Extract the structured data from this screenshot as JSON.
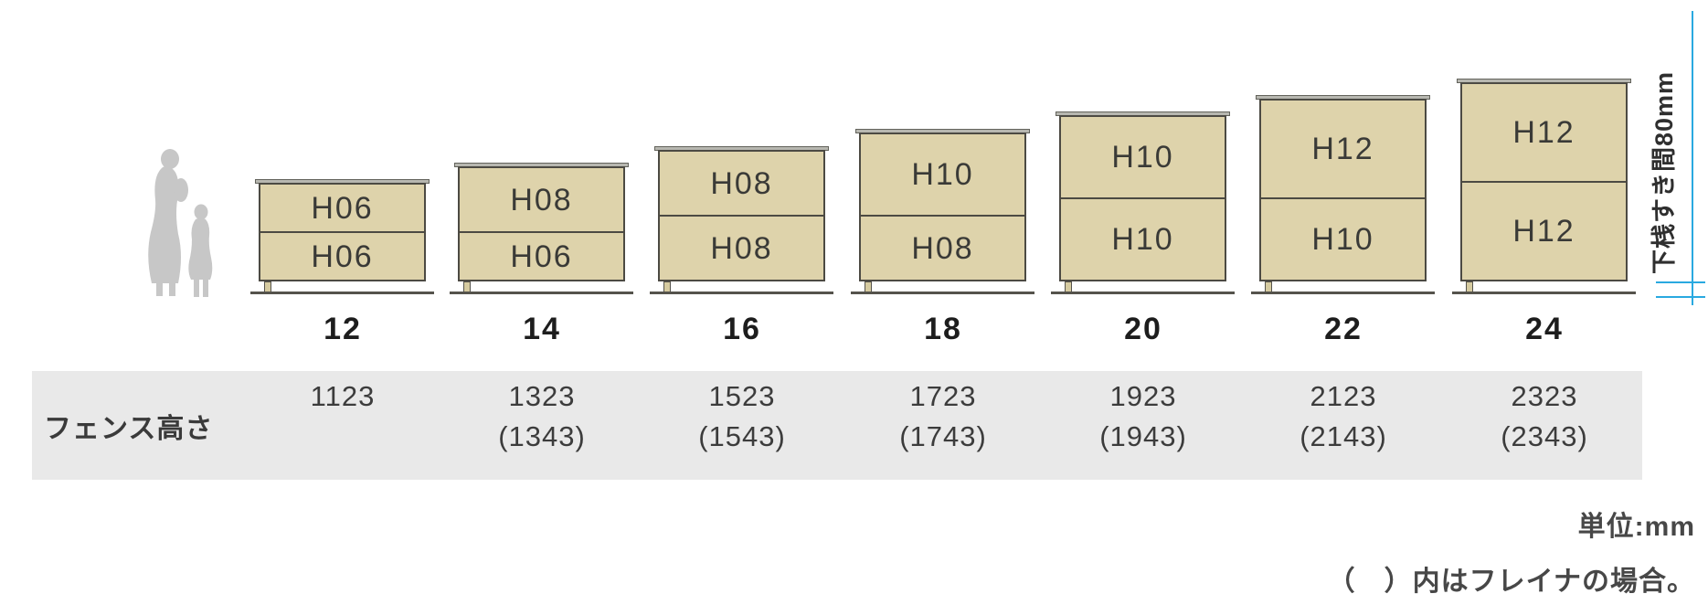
{
  "diagram_title": "fence-height-size-diagram",
  "annotation": {
    "gap_label": "下桟すき間80mm"
  },
  "table": {
    "row_label": "フェンス高さ",
    "unit_note": "単位:mm",
    "paren_note": "（　）内はフレイナの場合。"
  },
  "columns": [
    {
      "size": "12",
      "panels": [
        "H06",
        "H06"
      ],
      "height": "1123",
      "paren": ""
    },
    {
      "size": "14",
      "panels": [
        "H08",
        "H06"
      ],
      "height": "1323",
      "paren": "(1343)"
    },
    {
      "size": "16",
      "panels": [
        "H08",
        "H08"
      ],
      "height": "1523",
      "paren": "(1543)"
    },
    {
      "size": "18",
      "panels": [
        "H10",
        "H08"
      ],
      "height": "1723",
      "paren": "(1743)"
    },
    {
      "size": "20",
      "panels": [
        "H10",
        "H10"
      ],
      "height": "1923",
      "paren": "(1943)"
    },
    {
      "size": "22",
      "panels": [
        "H12",
        "H10"
      ],
      "height": "2123",
      "paren": "(2143)"
    },
    {
      "size": "24",
      "panels": [
        "H12",
        "H12"
      ],
      "height": "2323",
      "paren": "(2343)"
    }
  ],
  "colors": {
    "panel_fill": "#ded3ab",
    "panel_border": "#4c4a43",
    "band_gray": "#e9e9e9",
    "dimension_blue": "#29a9e0",
    "silhouette_gray": "#c7c7c7"
  }
}
